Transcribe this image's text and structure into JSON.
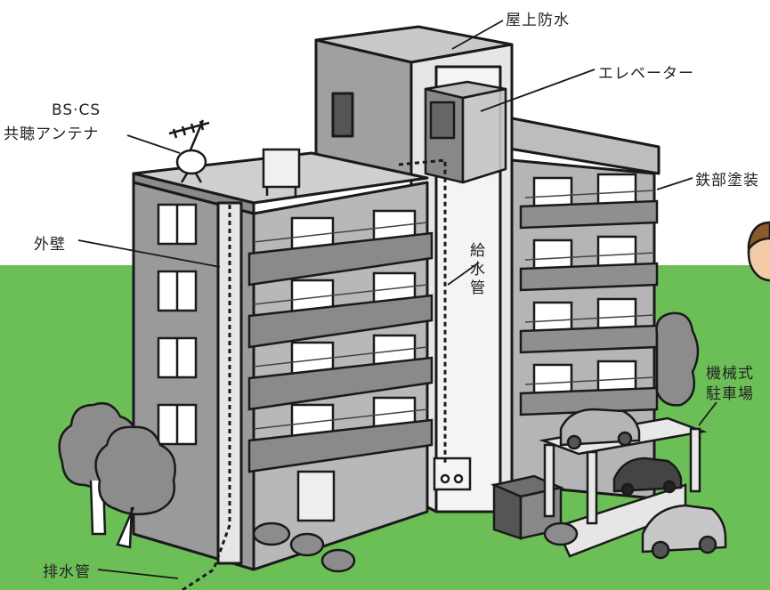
{
  "labels": {
    "roof_waterproofing": "屋上防水",
    "elevator": "エレベーター",
    "bs_cs_line1": "BS·CS",
    "bs_cs_line2": "共聴アンテナ",
    "steel_painting": "鉄部塗装",
    "exterior_wall": "外壁",
    "water_supply_pipe": [
      "給",
      "水",
      "管"
    ],
    "mechanical_parking_line1": "機械式",
    "mechanical_parking_line2": "駐車場",
    "drain_pipe": "排水管"
  },
  "colors": {
    "sky": "#ffffff",
    "ground": "#6cbf56",
    "wall_light": "#cfcfcf",
    "wall_mid": "#a9a9a9",
    "wall_dark": "#7d7d7d",
    "outline": "#1a1a1a",
    "tree": "#8c8c8c"
  }
}
